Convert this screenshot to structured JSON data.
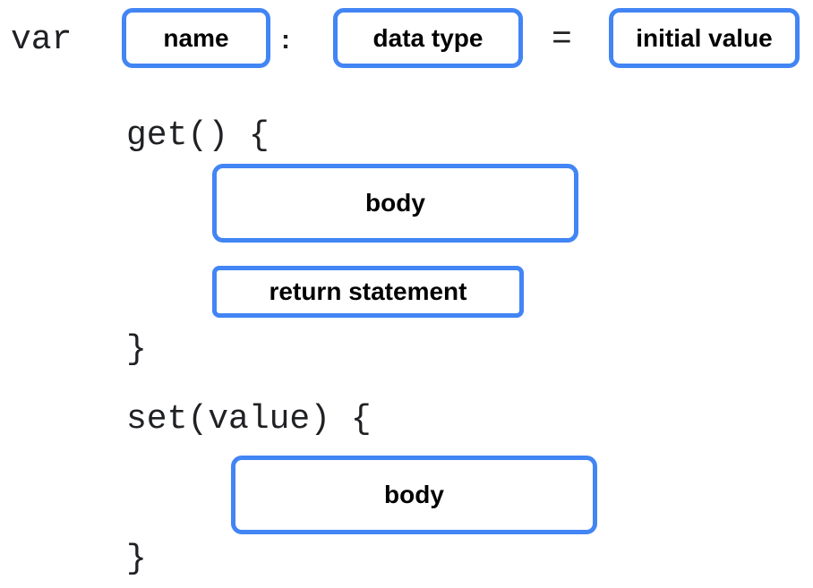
{
  "declaration": {
    "keyword": "var",
    "name_box": "name",
    "colon": ":",
    "type_box": "data type",
    "equals": "=",
    "initial_box": "initial value"
  },
  "getter": {
    "open": "get() {",
    "body_box": "body",
    "return_box": "return statement",
    "close": "}"
  },
  "setter": {
    "open": "set(value) {",
    "body_box": "body",
    "close": "}"
  },
  "colors": {
    "box_border": "#4285f4",
    "code_text": "#202124"
  }
}
